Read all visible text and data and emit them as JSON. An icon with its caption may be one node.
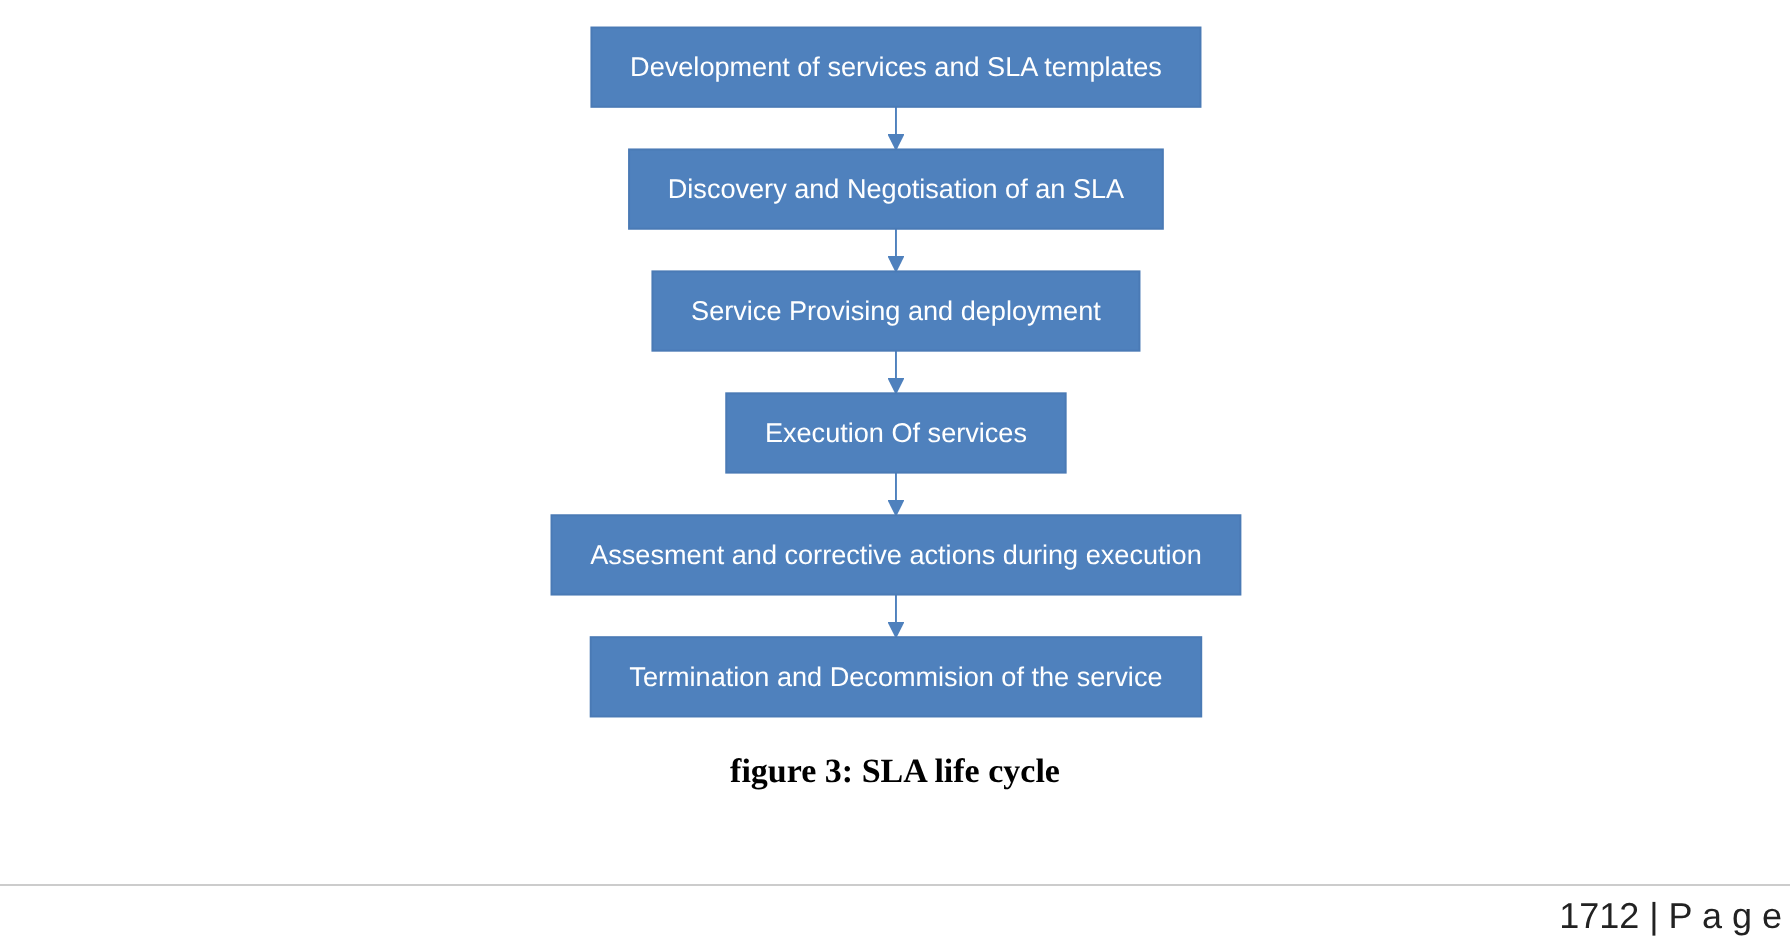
{
  "diagram": {
    "caption": "figure 3: SLA life cycle",
    "nodes": [
      {
        "text": [
          "Development of services and SLA templates"
        ]
      },
      {
        "text": [
          "Discovery and Negotisation of an SLA"
        ]
      },
      {
        "text": [
          "Service Provising and deployment"
        ]
      },
      {
        "text": [
          "Execution Of services"
        ]
      },
      {
        "text": [
          "Assesment and corrective actions during execution"
        ]
      },
      {
        "text": [
          "Termination and Decommision of the service"
        ]
      }
    ],
    "edges": [
      {
        "from": 0,
        "to": 1,
        "arrow": "to"
      },
      {
        "from": 1,
        "to": 2,
        "arrow": "to"
      },
      {
        "from": 2,
        "to": 3,
        "arrow": "to"
      },
      {
        "from": 3,
        "to": 4,
        "arrow": "to"
      },
      {
        "from": 4,
        "to": 5,
        "arrow": "to"
      }
    ],
    "labels": [
      "1712 | P a g e"
    ]
  }
}
